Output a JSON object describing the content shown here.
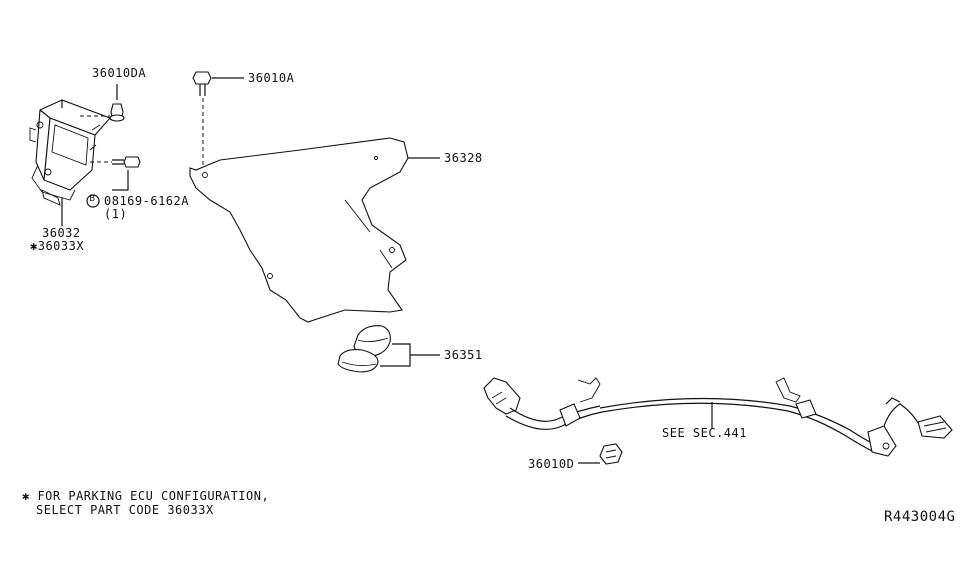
{
  "parts": {
    "nut_ecu": "36010DA",
    "bolt_top": "36010A",
    "bracket": "36328",
    "bolt_b_code": "08169-6162A",
    "bolt_b_qty": "(1)",
    "bolt_b_symbol": "B",
    "ecu": "36032",
    "ecu_alt": "✱36033X",
    "grommet": "36351",
    "clip": "36010D",
    "cable_ref": "SEE SEC.441"
  },
  "footnote": {
    "line1": "✱ FOR PARKING ECU CONFIGURATION,",
    "line2": "SELECT PART CODE 36033X"
  },
  "diagram_code": "R443004G"
}
